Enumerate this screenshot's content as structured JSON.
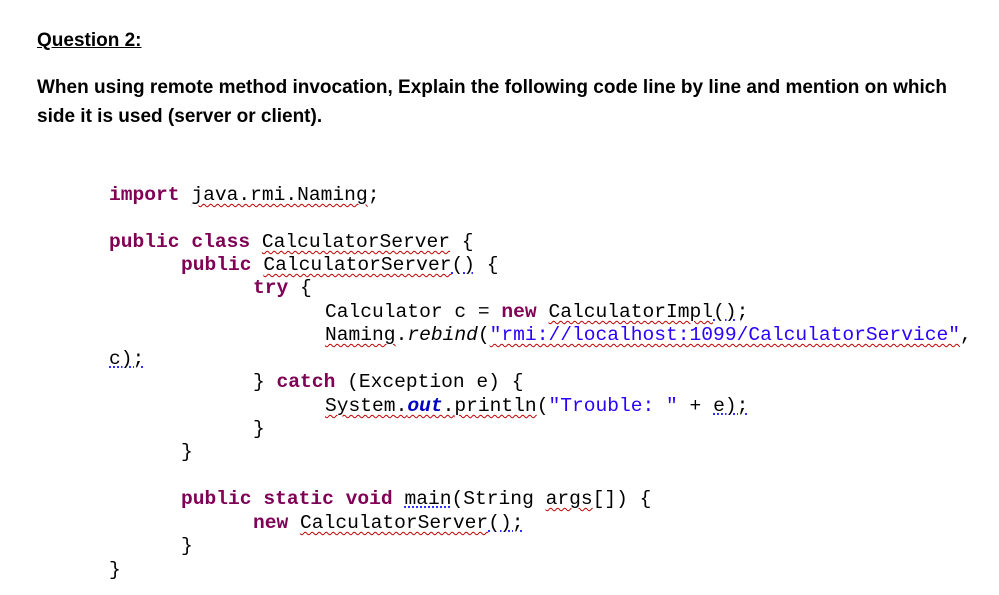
{
  "question": {
    "heading": "Question 2:",
    "prompt": "When using remote method invocation, Explain the following code line by line and mention on which side it is used (server or client)."
  },
  "code": {
    "kw_import": "import",
    "pkg_naming": "java.rmi.Naming",
    "semicolon": ";",
    "kw_public": "public",
    "kw_class": "class",
    "kw_try": "try",
    "kw_new": "new",
    "kw_catch": "catch",
    "kw_static": "static",
    "kw_void": "void",
    "class_name": "CalculatorServer",
    "open_brace": " {",
    "close_brace": "}",
    "ctor_parens": "()",
    "calc_type": "Calculator",
    "var_c": "c",
    "assign": " = ",
    "impl_name": "CalculatorImpl",
    "impl_parens": "()",
    "stmt_end": ";",
    "naming_obj": "Naming",
    "dot": ".",
    "rebind": "rebind",
    "paren_open": "(",
    "rmi_url": "\"rmi://localhost:1099/CalculatorService\"",
    "comma": ",",
    "c_end": "c);",
    "exception_part": " (Exception e) {",
    "system": "System",
    "out": "out",
    "println": "println",
    "trouble": "\"Trouble: \"",
    "plus": " + ",
    "e_end": "e);",
    "main": "main",
    "string_param": "(String ",
    "args": "args",
    "main_tail": "[]) {",
    "new_tail": "();"
  }
}
